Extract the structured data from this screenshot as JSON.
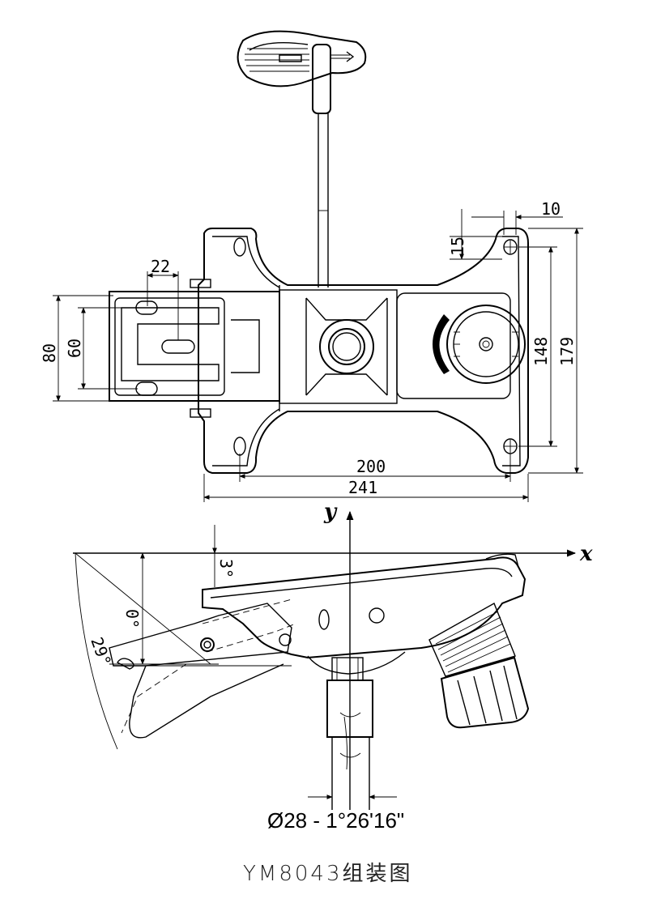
{
  "dimensions_top": {
    "d10": "10",
    "d15": "15",
    "d22": "22",
    "d80": "80",
    "d60": "60",
    "d148": "148",
    "d179": "179",
    "d200": "200",
    "d241": "241"
  },
  "dimensions_side": {
    "d3": "3°",
    "d0": "0°",
    "d29": "29°"
  },
  "axes": {
    "x": "x",
    "y": "y"
  },
  "spec_label": "Ø28 - 1°26'16\"",
  "caption": "YM8043组装图"
}
